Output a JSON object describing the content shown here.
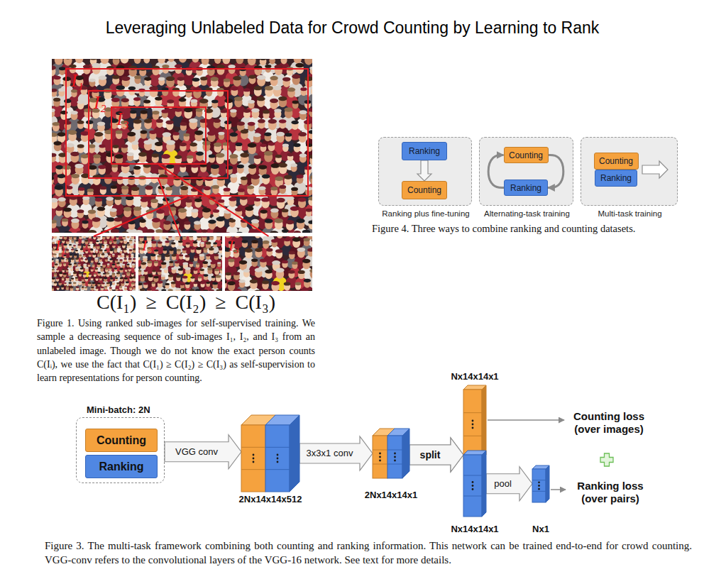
{
  "diagram": {
    "title": "Leveraging Unlabeled Data for Crowd Counting by Learning to Rank",
    "caption": "Figure 3. The multi-task framework combining both counting and ranking information. This network can be trained end-to-end for crowd counting. VGG-conv refers to the convolutional layers of the VGG-16 network. See text for more details.",
    "nodes": [
      {
        "text": [
          "I₁"
        ]
      },
      {
        "text": [
          "I₂"
        ],
        "in": 0
      },
      {
        "text": [
          "I₃"
        ],
        "in": 1
      },
      {
        "text": [
          "I₁"
        ]
      },
      {
        "text": [
          "I₂"
        ]
      },
      {
        "text": [
          "I₃"
        ]
      },
      {
        "text": [
          "Ranking plus fine-tuning"
        ]
      },
      {
        "text": [
          "Ranking"
        ],
        "in": 6
      },
      {
        "text": [
          "Counting"
        ],
        "in": 6
      },
      {
        "text": [
          "Alternating-task training"
        ]
      },
      {
        "text": [
          "Counting"
        ],
        "in": 9
      },
      {
        "text": [
          "Ranking"
        ],
        "in": 9
      },
      {
        "text": [
          "Multi-task training"
        ]
      },
      {
        "text": [
          "Counting"
        ],
        "in": 12
      },
      {
        "text": [
          "Ranking"
        ],
        "in": 12
      },
      {
        "text": [
          "Mini-batch: 2N"
        ]
      },
      {
        "text": [
          "Counting"
        ],
        "in": 15
      },
      {
        "text": [
          "Ranking"
        ],
        "in": 15
      },
      {
        "text": [
          "2Nx14x14x512"
        ]
      },
      {
        "text": [
          "2Nx14x14x1"
        ]
      },
      {
        "text": [
          "Nx14x14x1"
        ]
      },
      {
        "text": [
          "Nx14x14x1"
        ]
      },
      {
        "text": [
          "Nx1"
        ]
      }
    ],
    "edges": [
      {
        "from": 0,
        "to": 3,
        "arrow": "none"
      },
      {
        "from": 1,
        "to": 4,
        "arrow": "none"
      },
      {
        "from": 2,
        "to": 5,
        "arrow": "none"
      },
      {
        "from": 7,
        "to": 8,
        "arrow": "to"
      },
      {
        "from": 10,
        "to": 11,
        "arrow": "to"
      },
      {
        "from": 11,
        "to": 10,
        "arrow": "to"
      },
      {
        "from": 15,
        "to": 18,
        "label": "VGG conv",
        "arrow": "to"
      },
      {
        "from": 18,
        "to": 19,
        "label": "3x3x1 conv",
        "arrow": "to"
      },
      {
        "from": 19,
        "to": 20,
        "label": "split",
        "arrow": "to"
      },
      {
        "from": 19,
        "to": 21,
        "arrow": "to"
      },
      {
        "from": 21,
        "to": 22,
        "label": "pool",
        "arrow": "to"
      }
    ],
    "labels": [
      "Figure 1. Using ranked sub-images for self-supervised training. We sample a decreasing sequence of sub-images I₁, I₂, and I₃ from an unlabeled image. Though we do not know the exact person counts C(Iᵢ), we use the fact that C(I₁) ≥ C(I₂) ≥ C(I₃) as self-supervision to learn representations for person counting.",
      "C(I₁) ≥ C(I₂) ≥ C(I₃)",
      "Figure 4. Three ways to combine ranking and counting datasets.",
      "Counting loss (over images)",
      "Ranking loss (over pairs)"
    ]
  }
}
